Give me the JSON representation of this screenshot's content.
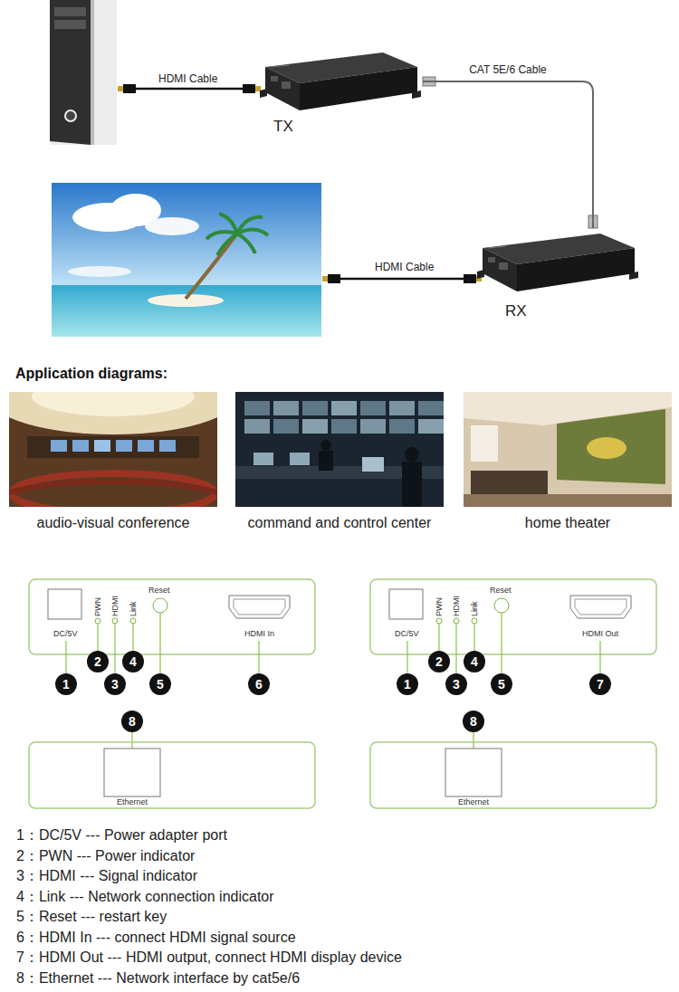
{
  "diagram": {
    "nodes": [
      {
        "text": [
          "TX"
        ]
      },
      {
        "text": [
          "RX"
        ]
      }
    ],
    "edges": [
      {
        "from": 0,
        "to": 1,
        "arrow": "none",
        "label": "CAT 5E/6 Cable"
      }
    ],
    "labels": [
      "HDMI Cable",
      "HDMI Cable",
      "Application diagrams:",
      "audio-visual conference",
      "command and control center",
      "home theater",
      "DC/5V",
      "PWN",
      "HDMI",
      "Link",
      "Reset",
      "HDMI In",
      "1",
      "2",
      "3",
      "4",
      "5",
      "6",
      "8",
      "Ethernet",
      "DC/5V",
      "PWN",
      "HDMI",
      "Link",
      "Reset",
      "HDMI Out",
      "1",
      "2",
      "3",
      "4",
      "5",
      "7",
      "8",
      "Ethernet",
      "1：DC/5V --- Power adapter port",
      "2：PWN --- Power indicator",
      "3：HDMI --- Signal indicator",
      "4：Link --- Network connection indicator",
      "5：Reset --- restart key",
      "6：HDMI In --- connect HDMI signal source",
      "7：HDMI Out --- HDMI output, connect HDMI display device",
      "8：Ethernet --- Network interface by cat5e/6"
    ]
  }
}
